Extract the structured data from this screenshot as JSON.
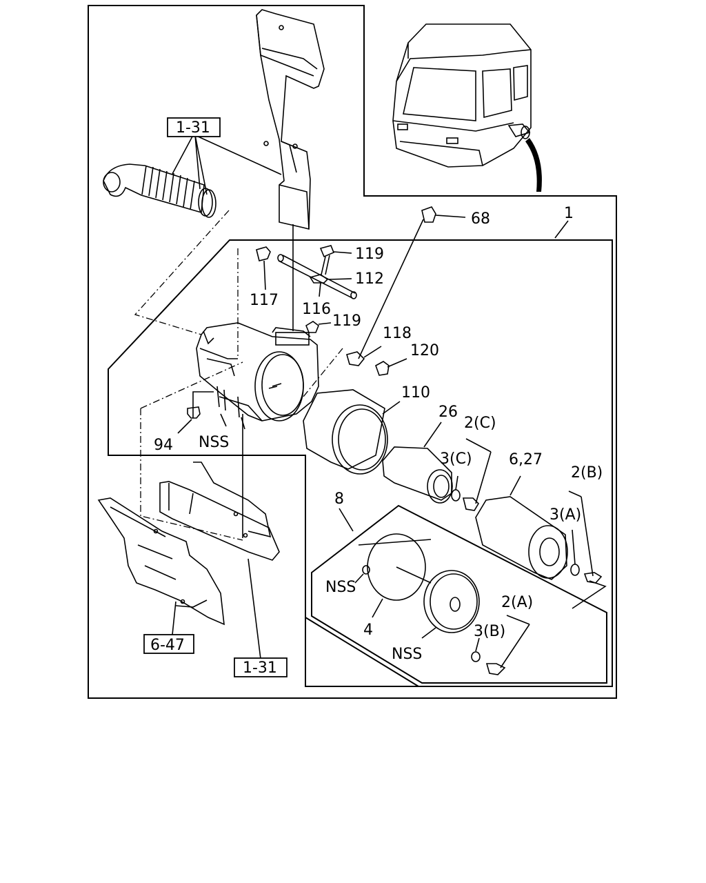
{
  "references": {
    "hose_ref": "1-31",
    "frame_ref": "1-31",
    "panel_ref": "6-47"
  },
  "callouts": {
    "c1": "1",
    "c68": "68",
    "c119a": "119",
    "c112": "112",
    "c117": "117",
    "c116": "116",
    "c119b": "119",
    "c118": "118",
    "c120": "120",
    "c110": "110",
    "c26": "26",
    "c2c": "2(C)",
    "c3c": "3(C)",
    "c627": "6,27",
    "c2b": "2(B)",
    "c3a": "3(A)",
    "c94": "94",
    "nss1": "NSS",
    "c8": "8",
    "nss2": "NSS",
    "c4": "4",
    "nss3": "NSS",
    "c2a": "2(A)",
    "c3b": "3(B)"
  }
}
